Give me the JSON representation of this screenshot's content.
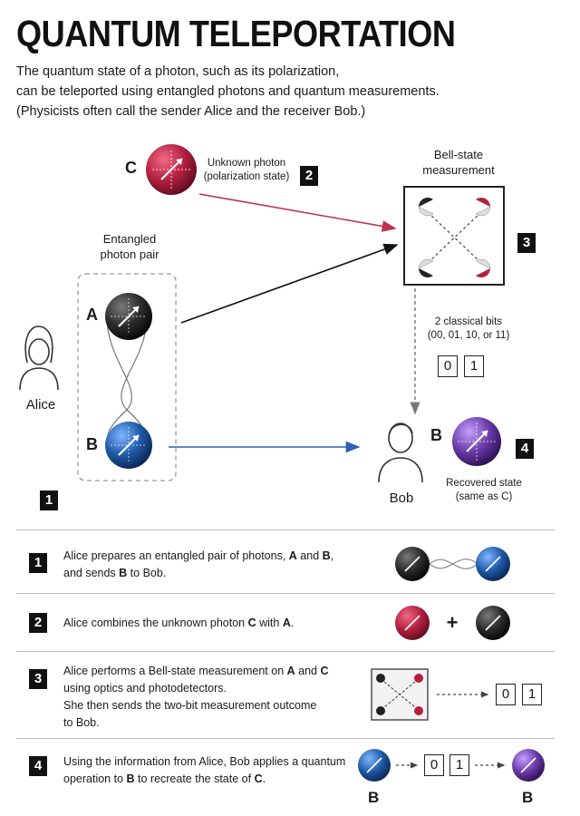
{
  "title": "QUANTUM TELEPORTATION",
  "intro": [
    "The quantum state of a photon, such as its polarization,",
    "can be teleported using entangled photons and quantum measurements.",
    "(Physicists often call the sender Alice and the receiver Bob.)"
  ],
  "diagram": {
    "photon_c": {
      "letter": "C",
      "label": [
        "Unknown photon",
        "(polarization state)"
      ],
      "step": "2"
    },
    "bell": {
      "label": [
        "Bell-state",
        "measurement"
      ],
      "step": "3"
    },
    "entangled": {
      "label": [
        "Entangled",
        "photon pair"
      ],
      "letter_a": "A",
      "letter_b": "B",
      "step": "1"
    },
    "alice": {
      "label": "Alice"
    },
    "classical_bits": {
      "label": [
        "2 classical bits",
        "(00, 01, 10, or 11)"
      ],
      "bits": [
        "0",
        "1"
      ]
    },
    "bob": {
      "label": "Bob",
      "letter": "B",
      "recovered_label": [
        "Recovered state",
        "(same as C)"
      ],
      "step": "4"
    }
  },
  "steps": [
    {
      "number": "1",
      "lines": [
        [
          {
            "t": "Alice prepares an entangled pair of photons, "
          },
          {
            "t": "A",
            "b": true
          },
          {
            "t": " and "
          },
          {
            "t": "B",
            "b": true
          },
          {
            "t": ","
          }
        ],
        [
          {
            "t": "and sends "
          },
          {
            "t": "B",
            "b": true
          },
          {
            "t": " to Bob."
          }
        ]
      ]
    },
    {
      "number": "2",
      "lines": [
        [
          {
            "t": "Alice combines the unknown photon "
          },
          {
            "t": "C",
            "b": true
          },
          {
            "t": " with "
          },
          {
            "t": "A",
            "b": true
          },
          {
            "t": "."
          }
        ]
      ],
      "plus": "+"
    },
    {
      "number": "3",
      "lines": [
        [
          {
            "t": "Alice performs a Bell-state measurement on "
          },
          {
            "t": "A",
            "b": true
          },
          {
            "t": " and "
          },
          {
            "t": "C",
            "b": true
          }
        ],
        [
          {
            "t": "using optics and photodetectors."
          }
        ],
        [
          {
            "t": "She then sends the two-bit measurement outcome"
          }
        ],
        [
          {
            "t": "to Bob."
          }
        ]
      ],
      "bits": [
        "0",
        "1"
      ]
    },
    {
      "number": "4",
      "lines": [
        [
          {
            "t": "Using the information from Alice, Bob applies a quantum"
          }
        ],
        [
          {
            "t": "operation to "
          },
          {
            "t": "B",
            "b": true
          },
          {
            "t": " to recreate the state of "
          },
          {
            "t": "C",
            "b": true
          },
          {
            "t": "."
          }
        ]
      ],
      "bits": [
        "0",
        "1"
      ],
      "letter_left": "B",
      "letter_right": "B"
    }
  ],
  "colors": {
    "photon_c": "#b3203f",
    "photon_a": "#2b2b2b",
    "photon_b": "#1f5aa8",
    "photon_recovered": "#6a3aa8",
    "arrow_c": "#c0304f",
    "arrow_b": "#2e5fb8",
    "arrow_a": "#111111"
  }
}
